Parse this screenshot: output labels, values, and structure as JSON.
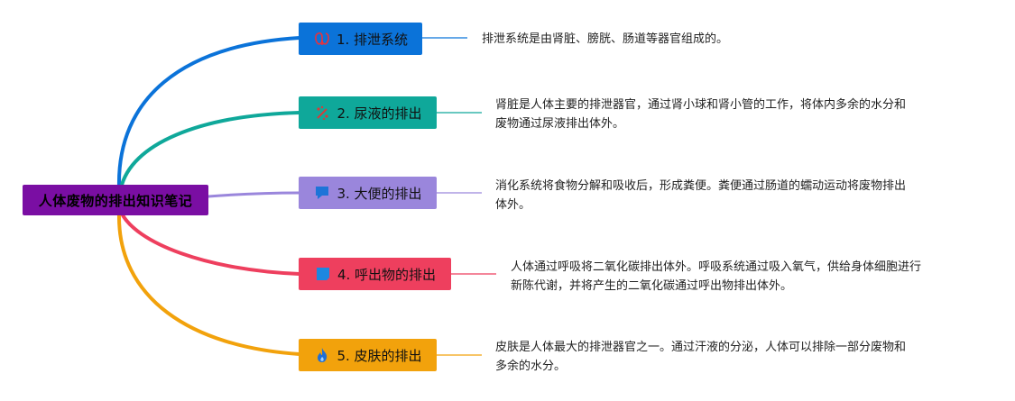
{
  "root": {
    "label": "人体废物的排出知识笔记",
    "color": "#7a0ea3"
  },
  "branches": [
    {
      "label": "1. 排泄系统",
      "icon": "kidney-icon",
      "color": "#0b73d9",
      "note": [
        "排泄系统是由肾脏、膀胱、肠道等器官组成的。"
      ]
    },
    {
      "label": "2. 尿液的排出",
      "icon": "droplets-icon",
      "color": "#0fa89a",
      "note": [
        "肾脏是人体主要的排泄器官，通过肾小球和肾小管的工作，将体内多余的水分和",
        "废物通过尿液排出体外。"
      ]
    },
    {
      "label": "3. 大便的排出",
      "icon": "flag-icon",
      "color": "#9a86dc",
      "note": [
        "消化系统将食物分解和吸收后，形成粪便。粪便通过肠道的蠕动运动将废物排出",
        "体外。"
      ]
    },
    {
      "label": "4. 呼出物的排出",
      "icon": "square-icon",
      "color": "#ee3f5e",
      "note": [
        "人体通过呼吸将二氧化碳排出体外。呼吸系统通过吸入氧气，供给身体细胞进行",
        "新陈代谢，并将产生的二氧化碳通过呼出物排出体外。"
      ]
    },
    {
      "label": "5. 皮肤的排出",
      "icon": "flame-icon",
      "color": "#f2a20c",
      "note": [
        "皮肤是人体最大的排泄器官之一。通过汗液的分泌，人体可以排除一部分废物和",
        "多余的水分。"
      ]
    }
  ]
}
